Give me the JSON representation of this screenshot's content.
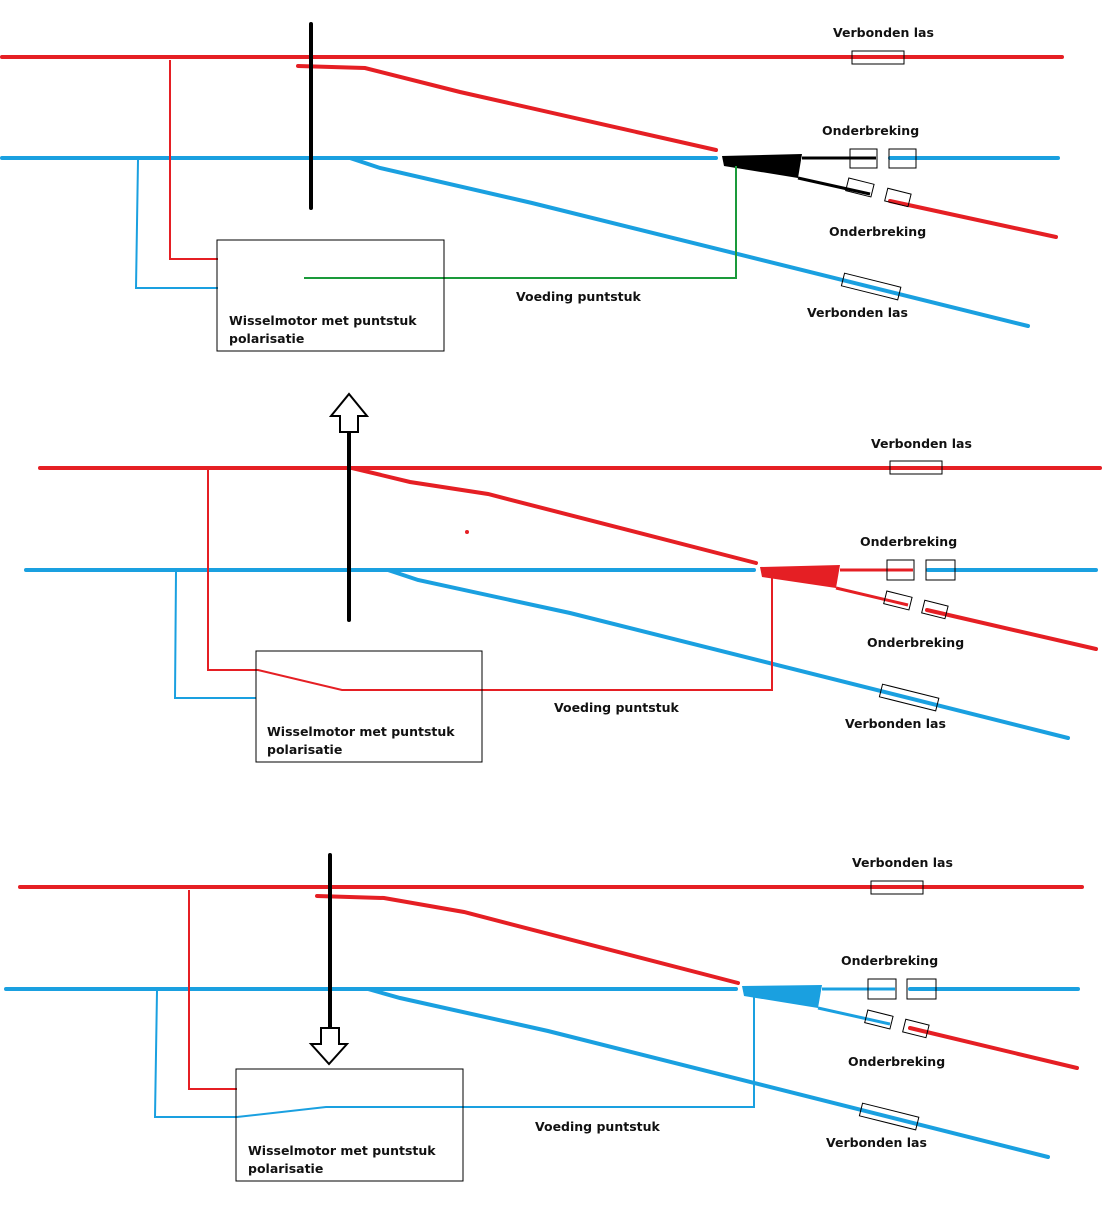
{
  "colors": {
    "red": "#e51f24",
    "blue": "#1aa0e0",
    "green": "#1a9a3a",
    "black": "#000000"
  },
  "panels": [
    {
      "state": "neutral",
      "frog_color": "black",
      "labels": {
        "verbonden_las_top": "Verbonden las",
        "onderbreking_top": "Onderbreking",
        "onderbreking_bottom": "Onderbreking",
        "voeding": "Voeding puntstuk",
        "verbonden_las_bottom": "Verbonden las",
        "motor_line1": "Wisselmotor met puntstuk",
        "motor_line2": "polarisatie"
      }
    },
    {
      "state": "up",
      "frog_color": "red",
      "arrow": "up",
      "labels": {
        "verbonden_las_top": "Verbonden las",
        "onderbreking_top": "Onderbreking",
        "onderbreking_bottom": "Onderbreking",
        "voeding": "Voeding puntstuk",
        "verbonden_las_bottom": "Verbonden las",
        "motor_line1": "Wisselmotor met puntstuk",
        "motor_line2": "polarisatie"
      }
    },
    {
      "state": "down",
      "frog_color": "blue",
      "arrow": "down",
      "labels": {
        "verbonden_las_top": "Verbonden las",
        "onderbreking_top": "Onderbreking",
        "onderbreking_bottom": "Onderbreking",
        "voeding": "Voeding puntstuk",
        "verbonden_las_bottom": "Verbonden las",
        "motor_line1": "Wisselmotor met puntstuk",
        "motor_line2": "polarisatie"
      }
    }
  ]
}
